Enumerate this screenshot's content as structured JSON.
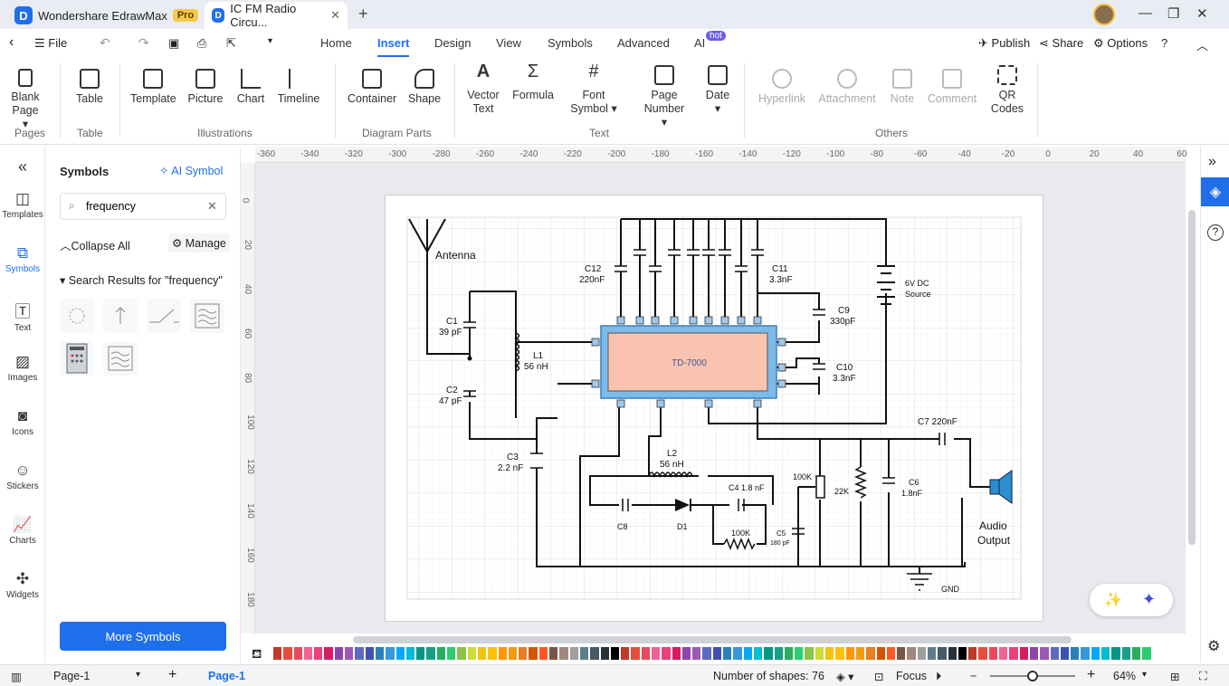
{
  "titlebar": {
    "app_name": "Wondershare EdrawMax",
    "pro_badge": "Pro",
    "doc_tab": "IC FM Radio Circu...",
    "new_tab": "+"
  },
  "menubar": {
    "file": "File",
    "items": [
      "Home",
      "Insert",
      "Design",
      "View",
      "Symbols",
      "Advanced",
      "AI"
    ],
    "active": "Insert",
    "hot_badge": "hot",
    "publish": "Publish",
    "share": "Share",
    "options": "Options",
    "help": "?"
  },
  "ribbon": {
    "blank_page": [
      "Blank",
      "Page"
    ],
    "table": "Table",
    "template": "Template",
    "picture": "Picture",
    "chart": "Chart",
    "timeline": "Timeline",
    "container": "Container",
    "shape": "Shape",
    "vector_text": [
      "Vector",
      "Text"
    ],
    "formula": "Formula",
    "font_symbol": [
      "Font",
      "Symbol"
    ],
    "page_number": [
      "Page",
      "Number"
    ],
    "date": "Date",
    "hyperlink": "Hyperlink",
    "attachment": "Attachment",
    "note": "Note",
    "comment": "Comment",
    "qr_codes": [
      "QR",
      "Codes"
    ],
    "groups": {
      "pages": "Pages",
      "table": "Table",
      "illustrations": "Illustrations",
      "diagram_parts": "Diagram Parts",
      "text": "Text",
      "others": "Others"
    }
  },
  "left_rail": [
    "Templates",
    "Symbols",
    "Text",
    "Images",
    "Icons",
    "Stickers",
    "Charts",
    "Widgets"
  ],
  "symbols_panel": {
    "title": "Symbols",
    "ai_symbol": "AI Symbol",
    "search_value": "frequency",
    "collapse_all": "Collapse All",
    "manage": "Manage",
    "results_label": "Search Results for  \"frequency\"",
    "more_symbols": "More Symbols"
  },
  "ruler_top": [
    "-360",
    "-340",
    "-320",
    "-300",
    "-280",
    "-260",
    "-240",
    "-220",
    "-200",
    "-180",
    "-160",
    "-140",
    "-120",
    "-100",
    "-80",
    "-60",
    "-40",
    "-20",
    "0",
    "20",
    "40",
    "60"
  ],
  "ruler_left": [
    "0",
    "20",
    "40",
    "60",
    "80",
    "100",
    "120",
    "140",
    "160",
    "180"
  ],
  "circuit": {
    "antenna": "Antenna",
    "ic": "TD-7000",
    "c1": [
      "C1",
      "39 pF"
    ],
    "l1": [
      "L1",
      "56 nH"
    ],
    "c2": [
      "C2",
      "47 pF"
    ],
    "c3": [
      "C3",
      "2.2 nF"
    ],
    "c12": [
      "C12",
      "220nF"
    ],
    "c11": [
      "C11",
      "3.3nF"
    ],
    "c9": [
      "C9",
      "330pF"
    ],
    "c10": [
      "C10",
      "3.3nF"
    ],
    "battery": [
      "6V DC",
      "Source"
    ],
    "c7": "C7 220nF",
    "l2": [
      "L2",
      "56 nH"
    ],
    "c4": "C4 1.8 nF",
    "c8": "C8",
    "d1": "D1",
    "r100k_a": "100K",
    "c5": [
      "C5",
      "180 pF"
    ],
    "r100k_b": "100K",
    "r22k": "22K",
    "c6": [
      "C6",
      "1.8nF"
    ],
    "audio": [
      "Audio",
      "Output"
    ],
    "gnd": "GND"
  },
  "status": {
    "page_tab": "Page-1",
    "page_active": "Page-1",
    "shapes": "Number of shapes: 76",
    "focus": "Focus",
    "zoom": "64%"
  },
  "palette_colors": [
    "#c0392b",
    "#e74c3c",
    "#e84a5f",
    "#f06292",
    "#ec407a",
    "#d81b60",
    "#8e44ad",
    "#9b59b6",
    "#5c6bc0",
    "#3f51b5",
    "#2980b9",
    "#3498db",
    "#03a9f4",
    "#00bcd4",
    "#009688",
    "#16a085",
    "#27ae60",
    "#2ecc71",
    "#8bc34a",
    "#cddc39",
    "#f1c40f",
    "#ffc107",
    "#ff9800",
    "#f39c12",
    "#e67e22",
    "#d35400",
    "#ff5722",
    "#795548",
    "#a1887f",
    "#9e9e9e",
    "#607d8b",
    "#455a64",
    "#263238",
    "#000000"
  ],
  "colors": {
    "accent": "#1f6feb",
    "ic_fill": "#f9c3b0",
    "ic_border": "#5aa7e0",
    "speaker": "#2a8fd0"
  }
}
